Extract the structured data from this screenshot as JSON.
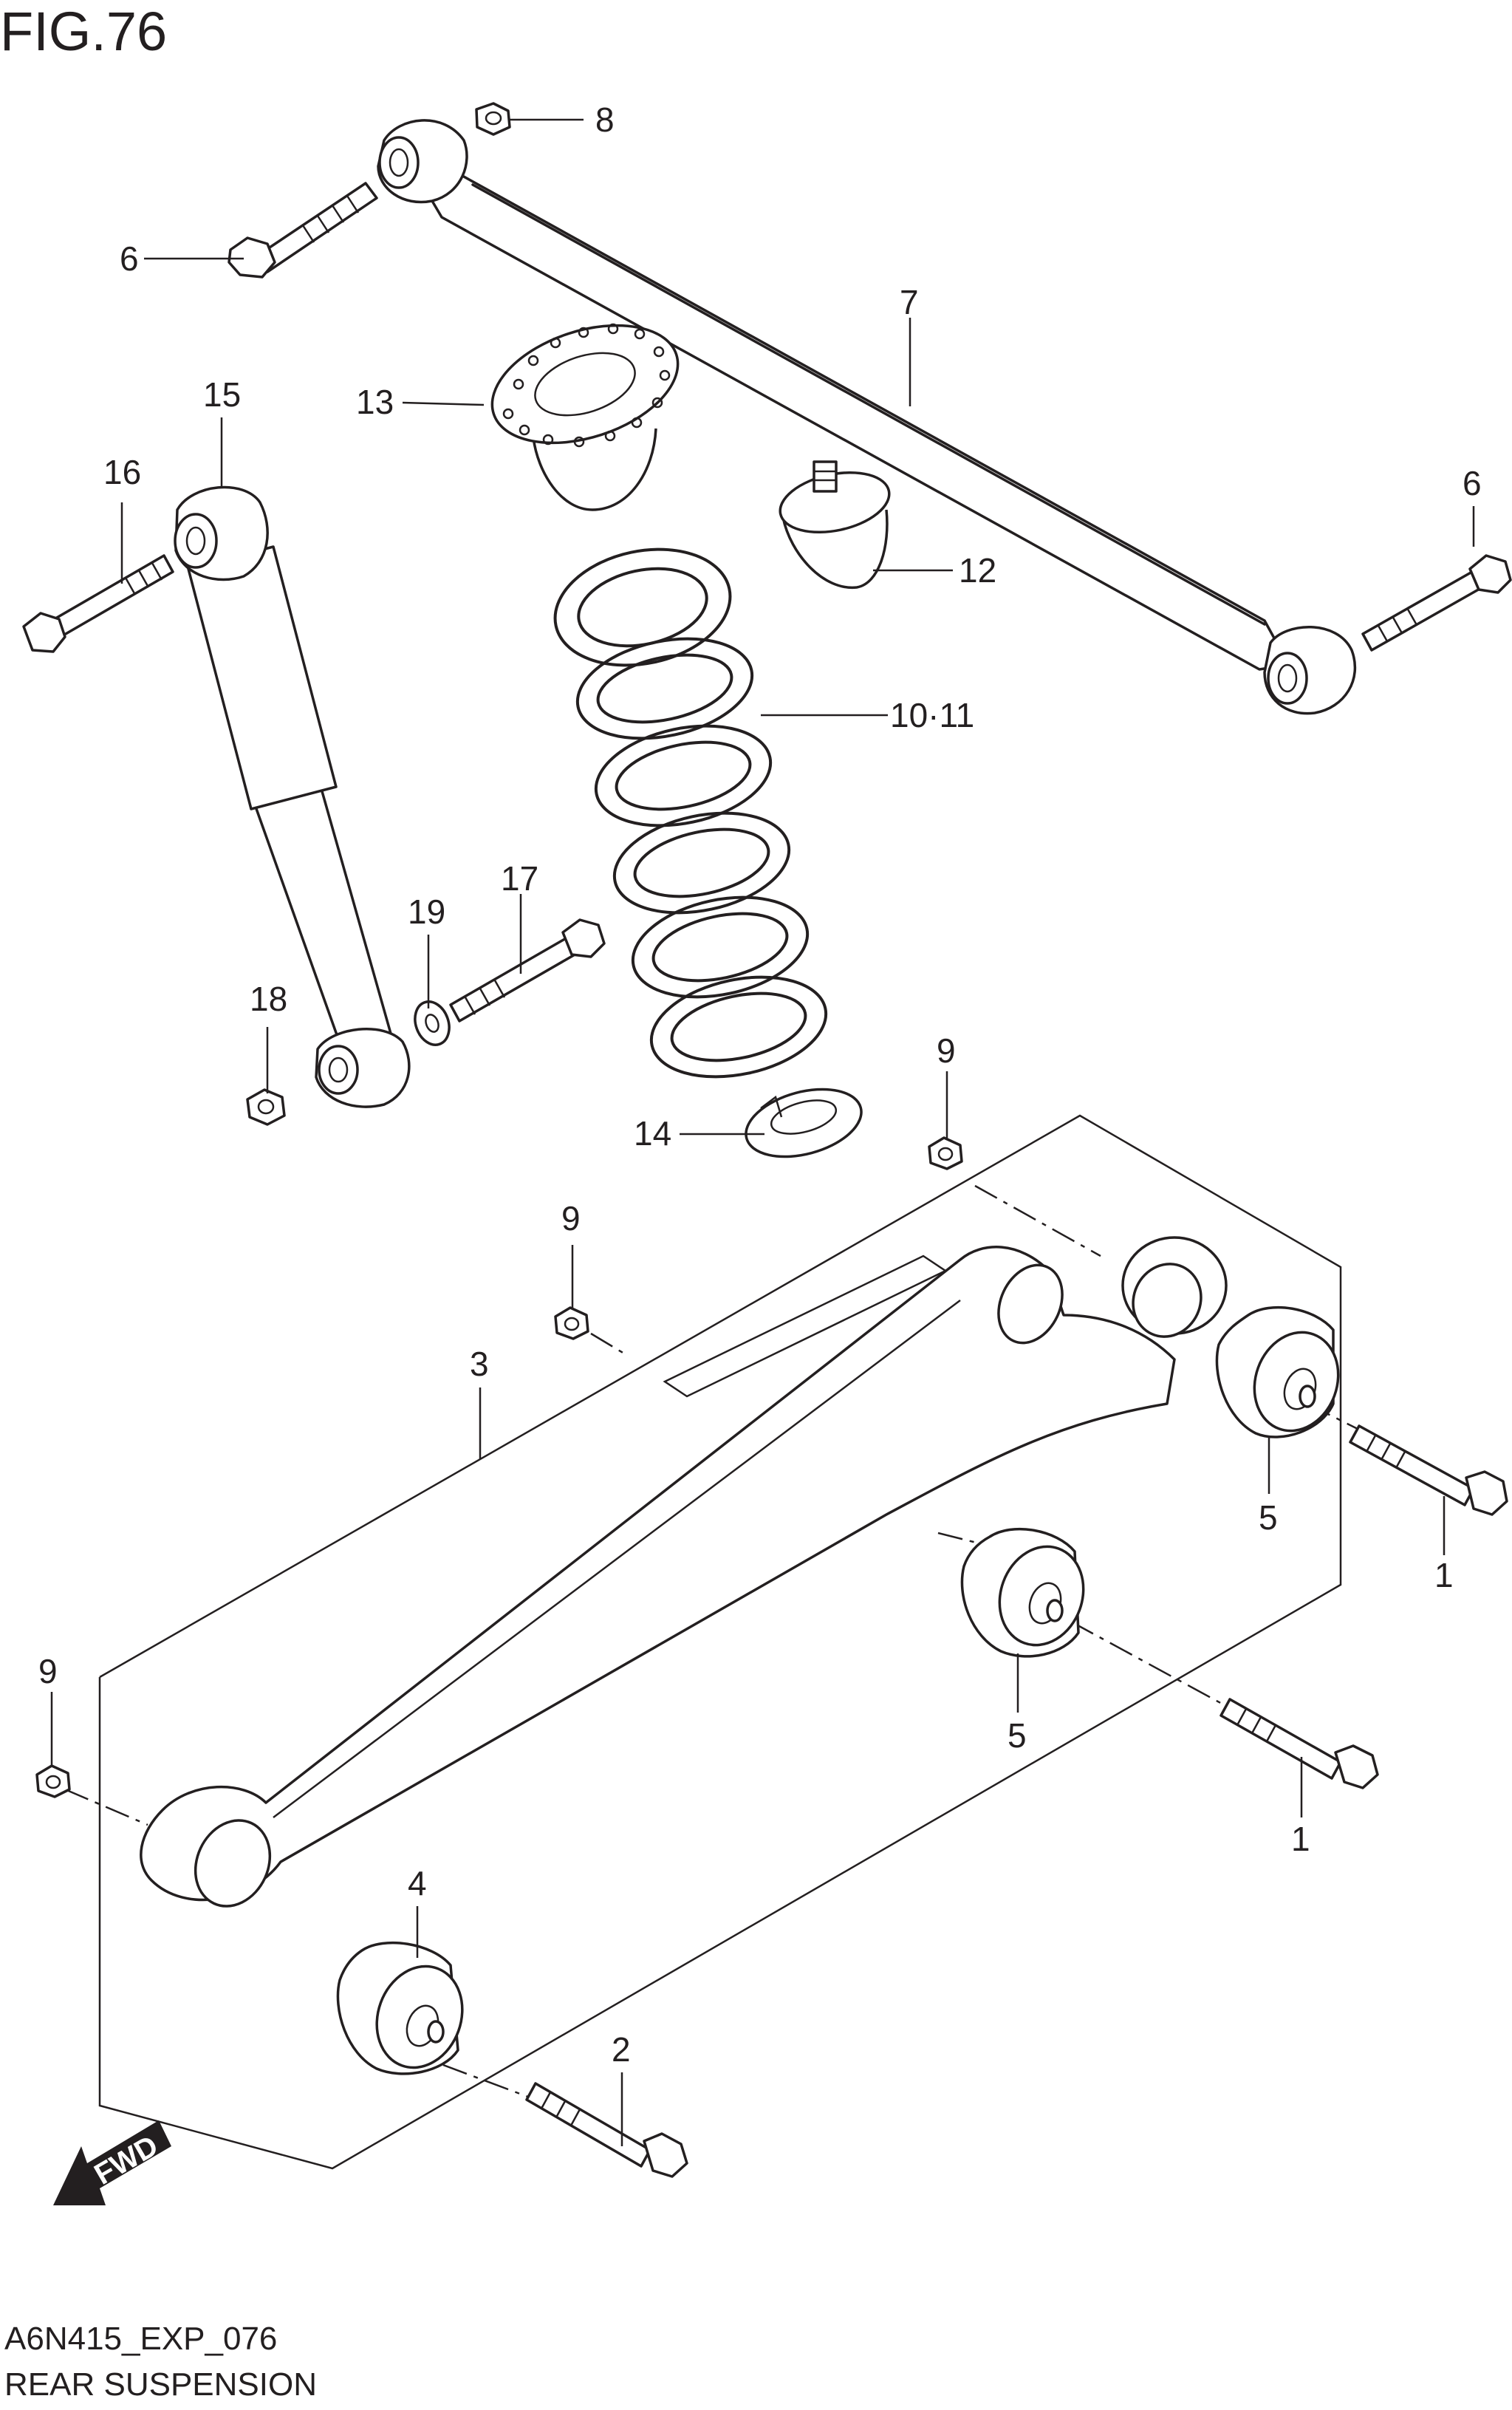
{
  "figure": {
    "title": "FIG.76",
    "code": "A6N415_EXP_076",
    "name": "REAR SUSPENSION",
    "fwd_label": "FWD"
  },
  "callouts": [
    {
      "id": "c8",
      "label": "8"
    },
    {
      "id": "c6a",
      "label": "6"
    },
    {
      "id": "c7",
      "label": "7"
    },
    {
      "id": "c6b",
      "label": "6"
    },
    {
      "id": "c13",
      "label": "13"
    },
    {
      "id": "c15",
      "label": "15"
    },
    {
      "id": "c16",
      "label": "16"
    },
    {
      "id": "c12",
      "label": "12"
    },
    {
      "id": "c10",
      "label": "10·11"
    },
    {
      "id": "c17",
      "label": "17"
    },
    {
      "id": "c19",
      "label": "19"
    },
    {
      "id": "c18",
      "label": "18"
    },
    {
      "id": "c9a",
      "label": "9"
    },
    {
      "id": "c14",
      "label": "14"
    },
    {
      "id": "c9b",
      "label": "9"
    },
    {
      "id": "c3",
      "label": "3"
    },
    {
      "id": "c5a",
      "label": "5"
    },
    {
      "id": "c1a",
      "label": "1"
    },
    {
      "id": "c9c",
      "label": "9"
    },
    {
      "id": "c5b",
      "label": "5"
    },
    {
      "id": "c1b",
      "label": "1"
    },
    {
      "id": "c4",
      "label": "4"
    },
    {
      "id": "c2",
      "label": "2"
    }
  ]
}
